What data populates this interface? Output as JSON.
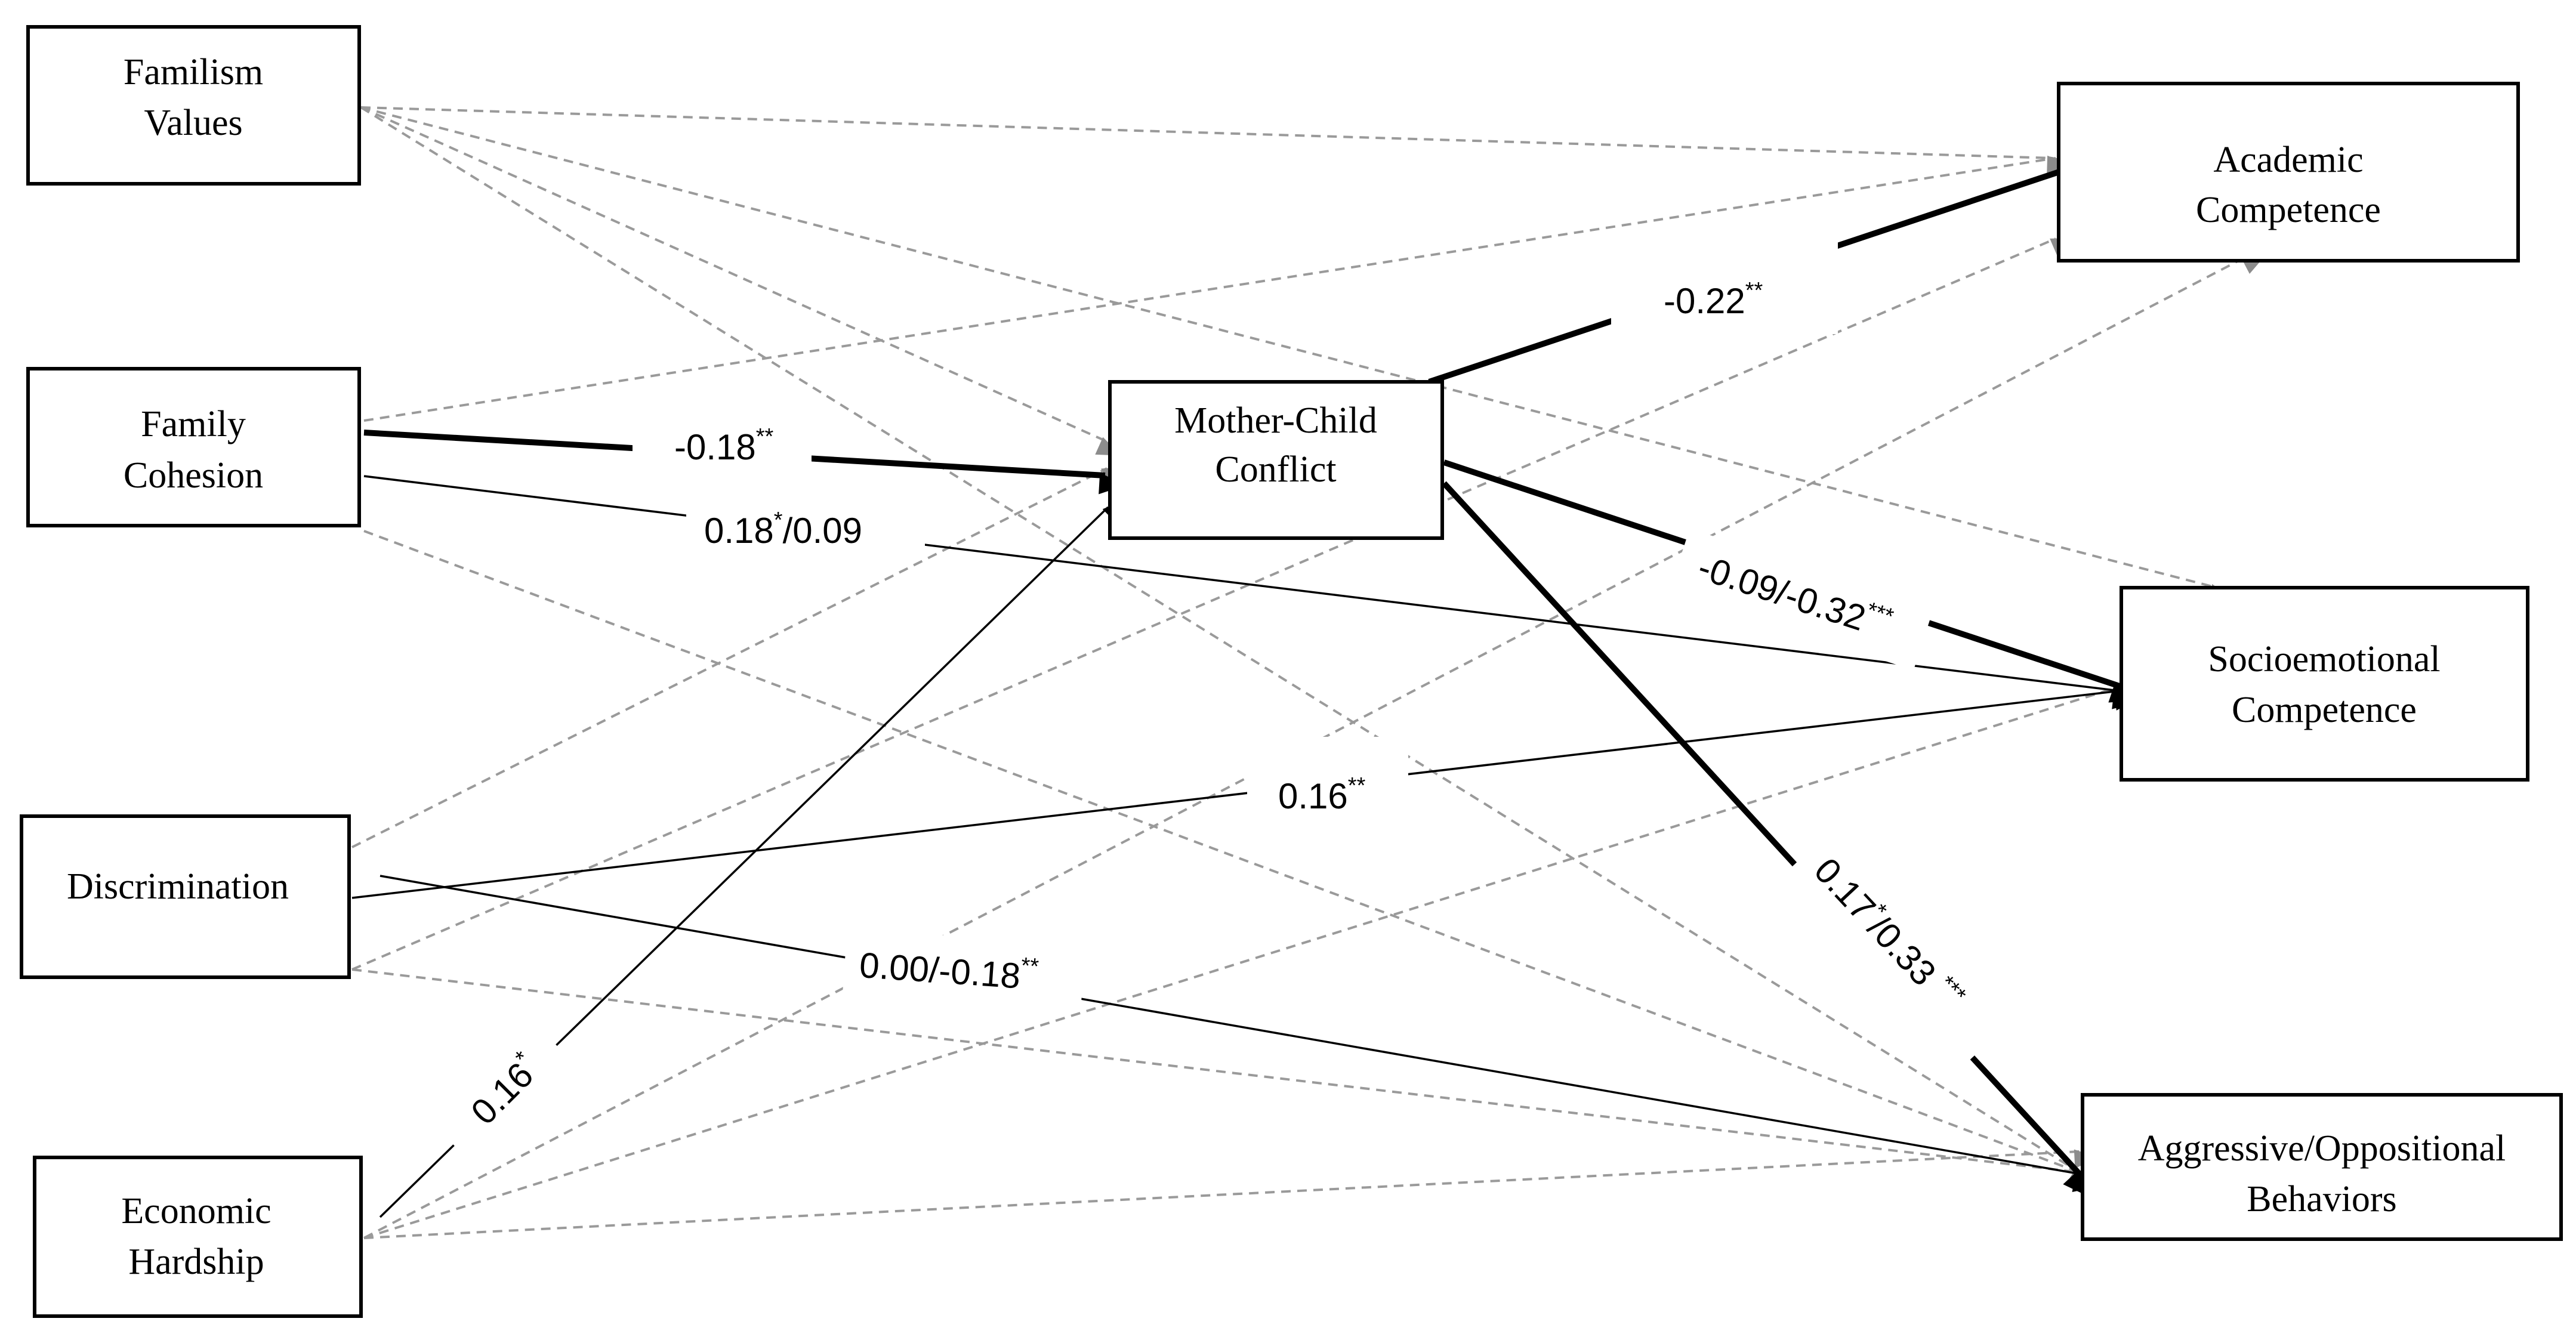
{
  "nodes": {
    "familism": {
      "lines": [
        "Familism",
        "Values"
      ]
    },
    "cohesion": {
      "lines": [
        "Family",
        "Cohesion"
      ]
    },
    "discrimination": {
      "lines": [
        "Discrimination"
      ]
    },
    "hardship": {
      "lines": [
        "Economic",
        "Hardship"
      ]
    },
    "conflict": {
      "lines": [
        "Mother-Child",
        "Conflict"
      ]
    },
    "academic": {
      "lines": [
        "Academic",
        "Competence"
      ]
    },
    "socioemotional": {
      "lines": [
        "Socioemotional",
        "Competence"
      ]
    },
    "aggressive": {
      "lines": [
        "Aggressive/Oppositional",
        "Behaviors"
      ]
    }
  },
  "paths": {
    "cohesion_conflict": {
      "main": "-0.18",
      "sup": "**",
      "rest": ""
    },
    "conflict_academic": {
      "main": "-0.22",
      "sup": "**",
      "rest": ""
    },
    "cohesion_socio": {
      "main": "0.18",
      "sup": "*",
      "rest": "/0.09"
    },
    "conflict_socio": {
      "main": "-0.09/-0.32",
      "sup": "***",
      "rest": ""
    },
    "discrimination_socio": {
      "main": "0.16",
      "sup": "**",
      "rest": ""
    },
    "conflict_aggressive": {
      "main": "0.17",
      "sup": "*",
      "rest": "/0.33 ",
      "sup2": "***"
    },
    "discrimination_aggressive": {
      "main": "0.00/-0.18",
      "sup": "**",
      "rest": ""
    },
    "hardship_conflict": {
      "main": "0.16",
      "sup": "*",
      "rest": ""
    }
  },
  "colors": {
    "significant": "#000000",
    "nonsignificant": "#9a9a9a",
    "background": "#ffffff"
  }
}
